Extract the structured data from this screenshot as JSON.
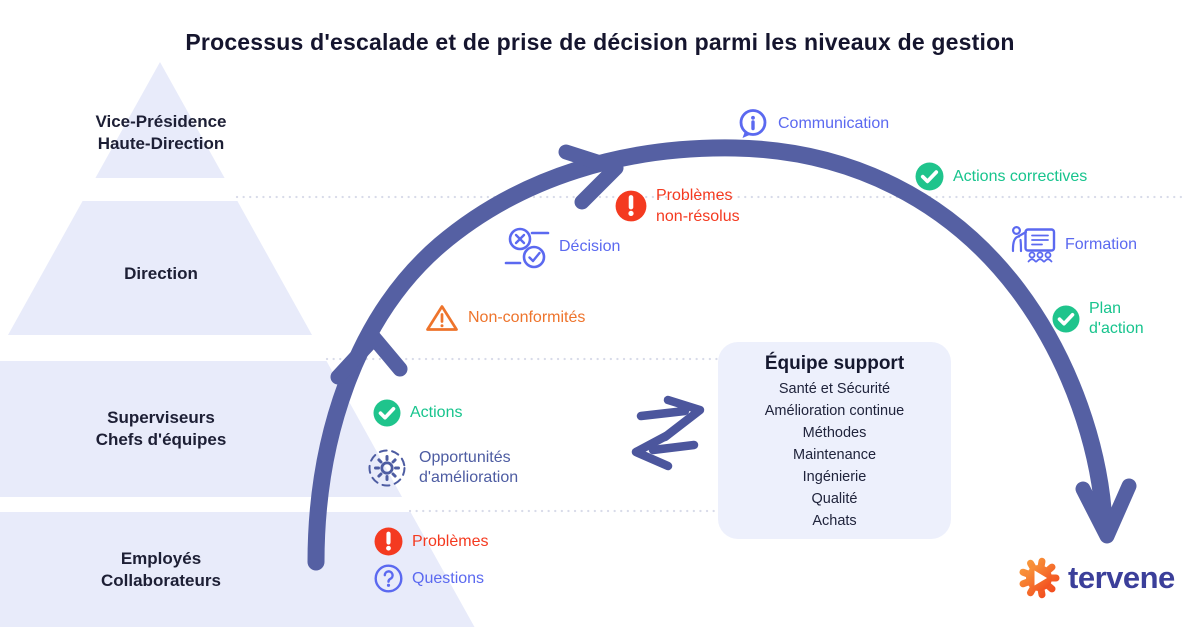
{
  "title": "Processus d'escalade et de prise de décision parmi les niveaux de gestion",
  "pyramid": {
    "levels": [
      {
        "lines": [
          "Vice-Présidence",
          "Haute-Direction"
        ]
      },
      {
        "lines": [
          "Direction"
        ]
      },
      {
        "lines": [
          "Superviseurs",
          "Chefs d'équipes"
        ]
      },
      {
        "lines": [
          "Employés",
          "Collaborateurs"
        ]
      }
    ]
  },
  "labels": {
    "communication": "Communication",
    "actions_correctives": "Actions correctives",
    "problemes_non_resolus": {
      "line1": "Problèmes",
      "line2": "non-résolus"
    },
    "decision": "Décision",
    "formation": "Formation",
    "non_conformites": "Non-conformités",
    "plan_action": {
      "line1": "Plan",
      "line2": "d'action"
    },
    "actions": "Actions",
    "opportunites": {
      "line1": "Opportunités",
      "line2": "d'amélioration"
    },
    "problemes": "Problèmes",
    "questions": "Questions"
  },
  "support_box": {
    "title": "Équipe support",
    "items": [
      "Santé et Sécurité",
      "Amélioration continue",
      "Méthodes",
      "Maintenance",
      "Ingénierie",
      "Qualité",
      "Achats"
    ]
  },
  "logo": {
    "text": "tervene"
  },
  "icons": {
    "communication": "info-bubble",
    "actions_correctives": "check-circle",
    "problemes_non_resolus": "alert-circle",
    "decision": "choice-cross-check",
    "formation": "training-presentation",
    "non_conformites": "warning-triangle",
    "plan_action": "check-circle",
    "actions": "check-circle",
    "opportunites": "gear-improvement-cycle",
    "problemes": "alert-circle",
    "questions": "question-circle",
    "exchange": "double-arrows",
    "logo": "gear-play"
  },
  "colors": {
    "arc": "#5560a3",
    "blue": "#5b69f0",
    "green": "#1fc48c",
    "red": "#f43a20",
    "orange": "#ee742c",
    "indigo_text": "#4d5ca2",
    "pyramid_fill": "#e8ebfa",
    "box_fill": "#edf0fc",
    "dotted_line": "#d8dbe9",
    "logo_orange": "#f2491d",
    "logo_navy": "#3b3f9a",
    "dark_text": "#1d1f35"
  }
}
